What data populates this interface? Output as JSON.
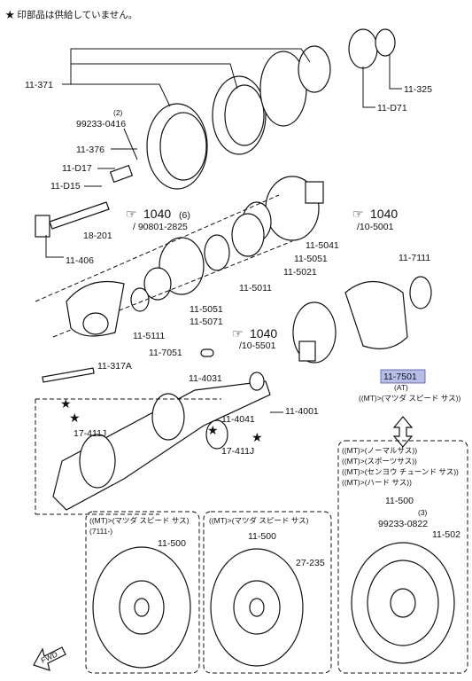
{
  "notice": "★ 印部品は供給していません。",
  "parts": {
    "p11_371": "11-371",
    "p99233_0416_qty": "(2)",
    "p99233_0416": "99233-0416",
    "p11_376": "11-376",
    "p11_D17": "11-D17",
    "p11_D15": "11-D15",
    "p18_201": "18-201",
    "p11_406": "11-406",
    "p11_325": "11-325",
    "p11_D71": "11-D71",
    "ref1040a": "1040",
    "ref1040a_qty": "(6)",
    "p90801_2825": "/ 90801-2825",
    "ref1040b": "1040",
    "p10_5001": "/10-5001",
    "p11_5041": "11-5041",
    "p11_5051a": "11-5051",
    "p11_5021": "11-5021",
    "p11_5011": "11-5011",
    "p11_5051b": "11-5051",
    "p11_5071": "11-5071",
    "p11_5111": "11-5111",
    "p11_7111": "11-7111",
    "ref1040c": "1040",
    "p10_5501": "/10-5501",
    "p11_7051": "11-7051",
    "p11_317A": "11-317A",
    "p11_7501": "11-7501",
    "p11_7501_at": "(AT)",
    "p11_7501_note": "((MT)>(マツダ スピード サス))",
    "p11_4031": "11-4031",
    "p11_4041": "11-4041",
    "p11_4001": "11-4001",
    "p17_411J_a": "17-411J",
    "p17_411J_b": "17-411J",
    "box_right_lines": [
      "((MT)>(ノーマルサス))",
      "((MT)>(スポーツサス))",
      "((MT)>(センヨウ チューンド サス))",
      "((MT)>(ハード サス))"
    ],
    "box_right_11_500": "11-500",
    "box_right_qty": "(3)",
    "box_right_99233_0822": "99233-0822",
    "box_right_11_502": "11-502",
    "box_left_title": "((MT)>(マツダ スピード サス)",
    "box_left_sub": "(7111-)",
    "box_left_11_500": "11-500",
    "box_mid_title": "((MT)>(マツダ スピード サス)",
    "box_mid_11_500": "11-500",
    "box_mid_27_235": "27-235",
    "fwd": "FWD",
    "star": "★"
  }
}
